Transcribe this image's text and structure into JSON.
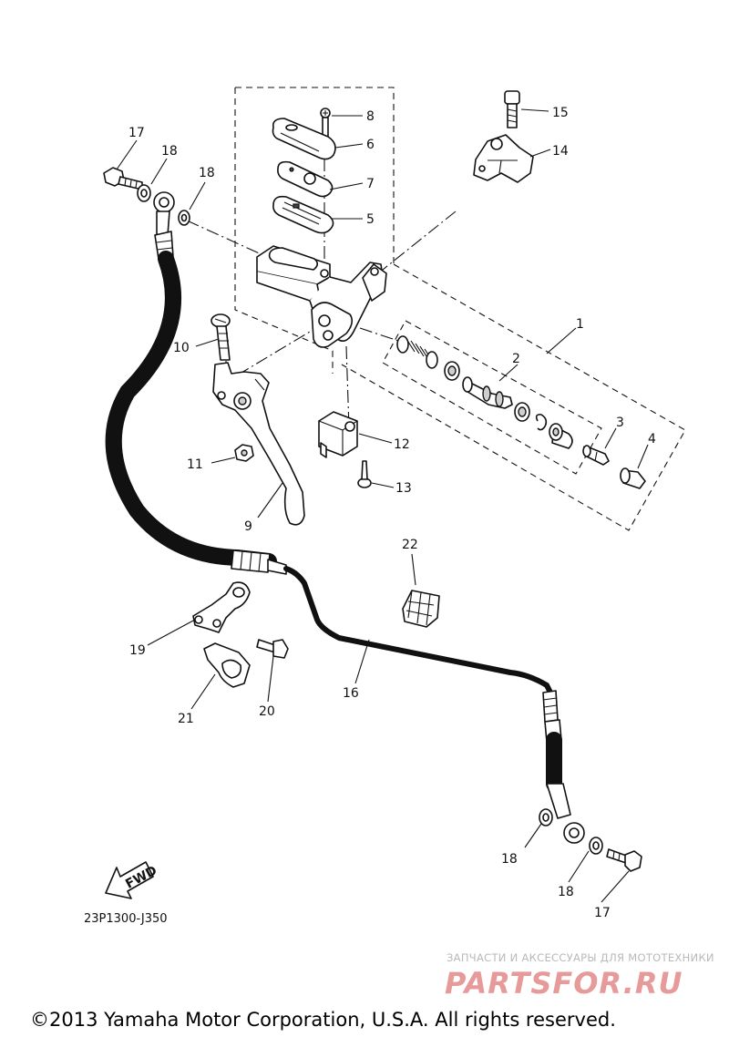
{
  "callouts": {
    "c1": "1",
    "c2": "2",
    "c3": "3",
    "c4": "4",
    "c5": "5",
    "c6": "6",
    "c7": "7",
    "c8": "8",
    "c9": "9",
    "c10": "10",
    "c11": "11",
    "c12": "12",
    "c13": "13",
    "c14": "14",
    "c15": "15",
    "c16": "16",
    "c17a": "17",
    "c17b": "17",
    "c18a": "18",
    "c18b": "18",
    "c18c": "18",
    "c18d": "18",
    "c19": "19",
    "c20": "20",
    "c21": "21",
    "c22": "22"
  },
  "fwd_label": "FWD",
  "diagram_code": "23P1300-J350",
  "watermark": {
    "tagline": "ЗАПЧАСТИ И АКСЕССУАРЫ ДЛЯ МОТОТЕХНИКИ",
    "logo": "PARTSFOR.RU"
  },
  "copyright": "©2013 Yamaha Motor Corporation, U.S.A. All rights reserved."
}
